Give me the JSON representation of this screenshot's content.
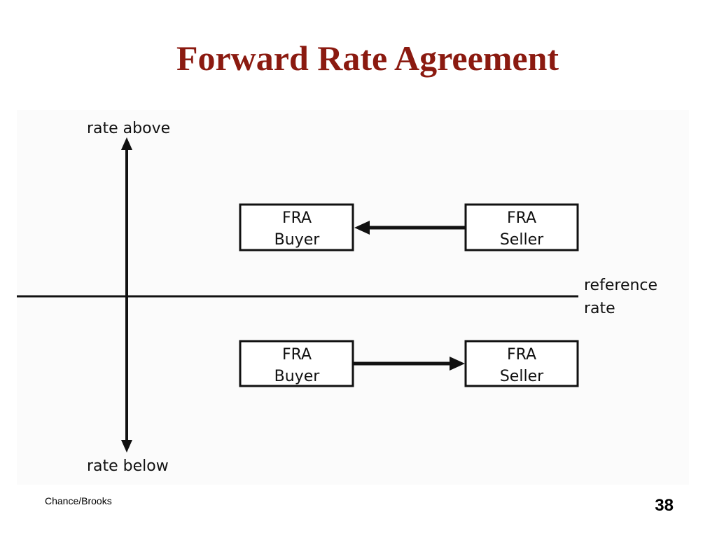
{
  "slide": {
    "title": "Forward Rate Agreement",
    "footer_left": "Chance/Brooks",
    "page_number": "38",
    "title_color": "#8b1a10"
  },
  "diagram": {
    "vertical_axis": {
      "top_label": "rate above",
      "bottom_label": "rate below"
    },
    "horizontal_line": {
      "label_line1": "reference",
      "label_line2": "rate"
    },
    "upper_row": {
      "left_box": {
        "line1": "FRA",
        "line2": "Buyer"
      },
      "right_box": {
        "line1": "FRA",
        "line2": "Seller"
      },
      "arrow_direction": "from Seller to Buyer"
    },
    "lower_row": {
      "left_box": {
        "line1": "FRA",
        "line2": "Buyer"
      },
      "right_box": {
        "line1": "FRA",
        "line2": "Seller"
      },
      "arrow_direction": "from Buyer to Seller"
    }
  }
}
